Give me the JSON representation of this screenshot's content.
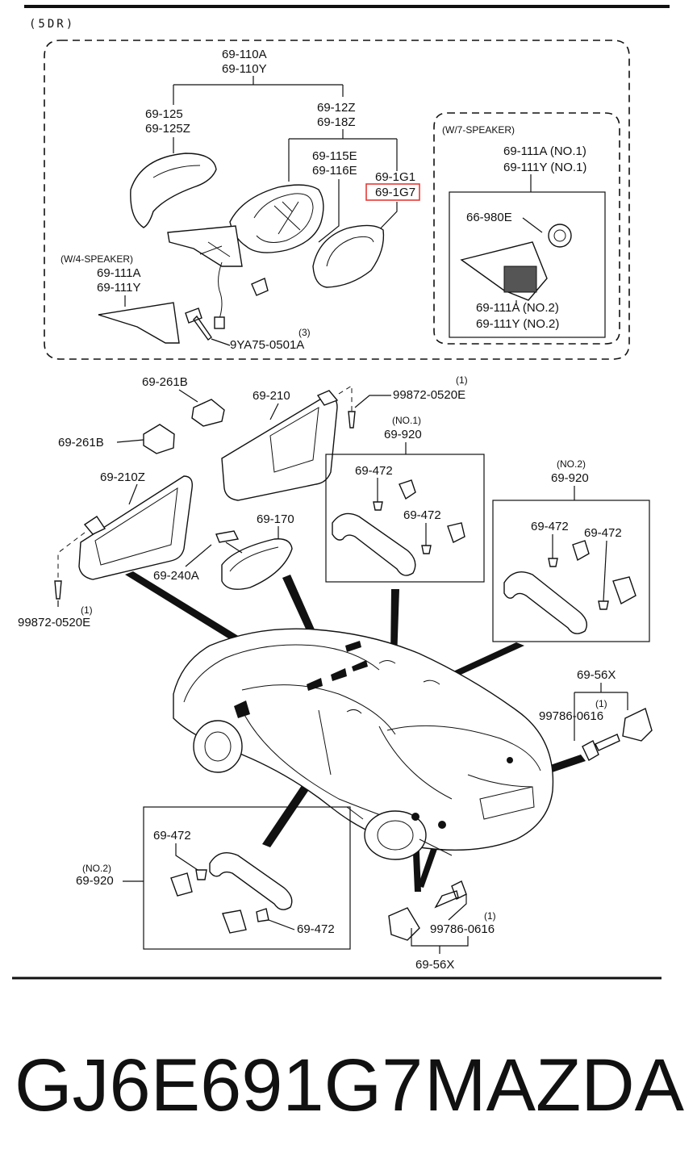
{
  "header": {
    "group_label": "(5DR)"
  },
  "mirror": {
    "part_main_a": "69-110A",
    "part_main_b": "69-110Y",
    "cover_a": "69-125",
    "cover_b": "69-125Z",
    "bracket_a": "69-12Z",
    "bracket_b": "69-18Z",
    "actuator_a": "69-115E",
    "actuator_b": "69-116E",
    "glass_a": "69-1G1",
    "glass_b": "69-1G7",
    "four_speaker_label": "(W/4-SPEAKER)",
    "four_speaker_a": "69-111A",
    "four_speaker_b": "69-111Y",
    "bolt": "9YA75-0501A",
    "bolt_qty": "(3)",
    "seven_speaker_label": "(W/7-SPEAKER)",
    "seven_speaker_a": "69-111A (NO.1)",
    "seven_speaker_b": "69-111Y (NO.1)",
    "speaker": "66-980E",
    "seven_speaker_c": "69-111A (NO.2)",
    "seven_speaker_d": "69-111Y (NO.2)"
  },
  "interior": {
    "clip_top": "69-261B",
    "clip_left": "69-261B",
    "visor_right": "69-210",
    "screw_top": "99872-0520E",
    "screw_top_qty": "(1)",
    "visor_left": "69-210Z",
    "mirror_inner": "69-170",
    "mirror_base": "69-240A",
    "screw_left": "99872-0520E",
    "screw_left_qty": "(1)",
    "grip_no1_tag": "(NO.1)",
    "grip_no1": "69-920",
    "grip_no1_cap_a": "69-472",
    "grip_no1_cap_b": "69-472",
    "grip_no2_tag": "(NO.2)",
    "grip_no2": "69-920",
    "grip_no2_cap_a": "69-472",
    "grip_no2_cap_b": "69-472",
    "striker_r": "69-56X",
    "striker_r_qty": "(1)",
    "striker_r_bolt": "99786-0616",
    "grip_rear_tag": "(NO.2)",
    "grip_rear": "69-920",
    "grip_rear_cap_a": "69-472",
    "grip_rear_cap_b": "69-472",
    "striker_l_bolt": "99786-0616",
    "striker_l_qty": "(1)",
    "striker_l": "69-56X"
  },
  "footer": {
    "part_number": "GJ6E691G7",
    "brand": "MAZDA"
  },
  "colors": {
    "highlight": "#e53935",
    "ink": "#111111"
  }
}
